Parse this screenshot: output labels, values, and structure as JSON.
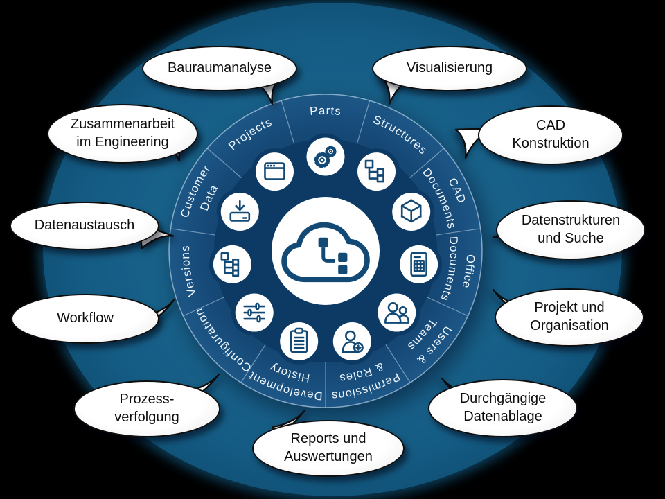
{
  "colors": {
    "background": "#000000",
    "backdrop_disc": "#186189",
    "segment_blue": "#164977",
    "hub_blue": "#0c3a64",
    "icon_stroke": "#134a75",
    "segment_label": "#eef5fb",
    "callout_fill": "#ffffff",
    "callout_text": "#0d0d0d"
  },
  "wheel": {
    "center_logo": "cloud-tree-logo",
    "segments": [
      {
        "id": "parts",
        "line1": "Parts",
        "line2": "",
        "icon": "gears-icon"
      },
      {
        "id": "structures",
        "line1": "Structures",
        "line2": "",
        "icon": "tree-icon"
      },
      {
        "id": "cad-documents",
        "line1": "CAD",
        "line2": "Documents",
        "icon": "cube-icon"
      },
      {
        "id": "office-documents",
        "line1": "Office",
        "line2": "Documents",
        "icon": "document-grid-icon"
      },
      {
        "id": "users-teams",
        "line1": "Users &",
        "line2": "Teams",
        "icon": "users-icon"
      },
      {
        "id": "permissions-roles",
        "line1": "Permissions",
        "line2": "& Roles",
        "icon": "user-add-icon"
      },
      {
        "id": "development-history",
        "line1": "Development",
        "line2": "History",
        "icon": "clipboard-icon"
      },
      {
        "id": "configuration",
        "line1": "Configuration",
        "line2": "",
        "icon": "sliders-icon"
      },
      {
        "id": "versions",
        "line1": "Versions",
        "line2": "",
        "icon": "version-tree-icon"
      },
      {
        "id": "customer-data",
        "line1": "Customer",
        "line2": "Data",
        "icon": "import-icon"
      },
      {
        "id": "projects",
        "line1": "Projects",
        "line2": "",
        "icon": "window-icon"
      }
    ]
  },
  "callouts": [
    {
      "id": "bauraumanalyse",
      "line1": "Bauraumanalyse",
      "line2": ""
    },
    {
      "id": "visualisierung",
      "line1": "Visualisierung",
      "line2": ""
    },
    {
      "id": "zusammenarbeit",
      "line1": "Zusammenarbeit",
      "line2": "im Engineering"
    },
    {
      "id": "cad-konstruktion",
      "line1": "CAD",
      "line2": "Konstruktion"
    },
    {
      "id": "datenaustausch",
      "line1": "Datenaustausch",
      "line2": ""
    },
    {
      "id": "datenstrukturen",
      "line1": "Datenstrukturen",
      "line2": "und Suche"
    },
    {
      "id": "workflow",
      "line1": "Workflow",
      "line2": ""
    },
    {
      "id": "projekt-organisation",
      "line1": "Projekt und",
      "line2": "Organisation"
    },
    {
      "id": "prozessverfolgung",
      "line1": "Prozess-",
      "line2": "verfolgung"
    },
    {
      "id": "datenablage",
      "line1": "Durchgängige",
      "line2": "Datenablage"
    },
    {
      "id": "reports",
      "line1": "Reports und",
      "line2": "Auswertungen"
    }
  ]
}
